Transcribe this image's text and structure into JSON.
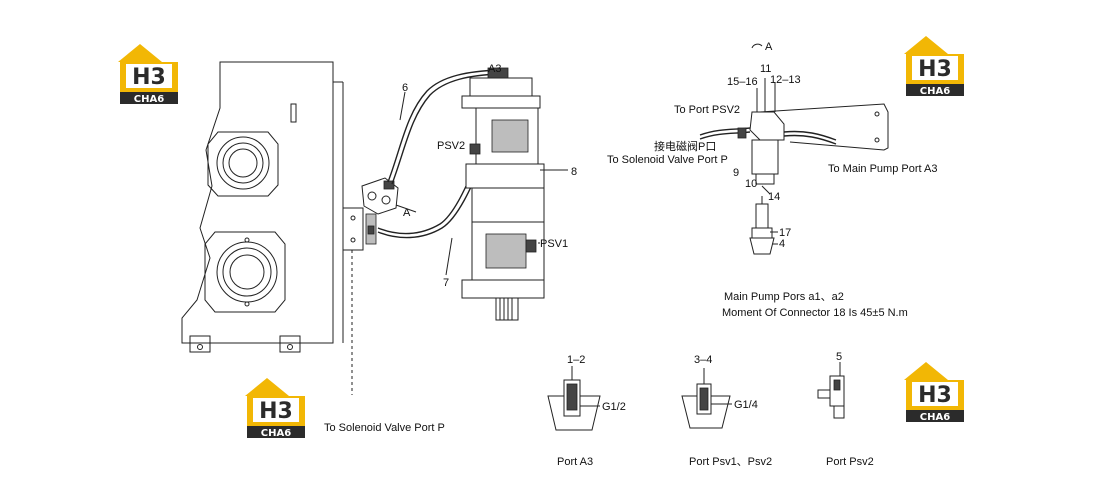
{
  "brand": {
    "top_text": "H3",
    "bottom_text": "CHA6",
    "color_gold": "#f2b705",
    "color_dark": "#2b2b2b"
  },
  "labels": {
    "a3_top": "A3",
    "psv2": "PSV2",
    "psv1": "PSV1",
    "n6": "6",
    "n7": "7",
    "n8": "8",
    "view_a": "A",
    "view_a_top": "A",
    "n11": "11",
    "n15_16": "15–16",
    "n12_13": "12–13",
    "to_port_psv2": "To Port PSV2",
    "cn_solenoid": "接电磁阀P口",
    "to_solenoid_top": "To Solenoid Valve Port P",
    "n9": "9",
    "n10": "10",
    "n14": "14",
    "to_main_pump": "To Main Pump Port A3",
    "n17": "17",
    "n4": "4",
    "main_pump_ports": "Main Pump Pors a1、a2",
    "moment_text": "Moment Of Connector 18  Is 45±5  N.m",
    "to_solenoid_bottom": "To Solenoid Valve Port P",
    "n1_2": "1–2",
    "g12": "G1/2",
    "port_a3": "Port A3",
    "n3_4": "3–4",
    "g14": "G1/4",
    "port_psv1_psv2": "Port Psv1、Psv2",
    "n5": "5",
    "port_psv2": "Port Psv2"
  }
}
